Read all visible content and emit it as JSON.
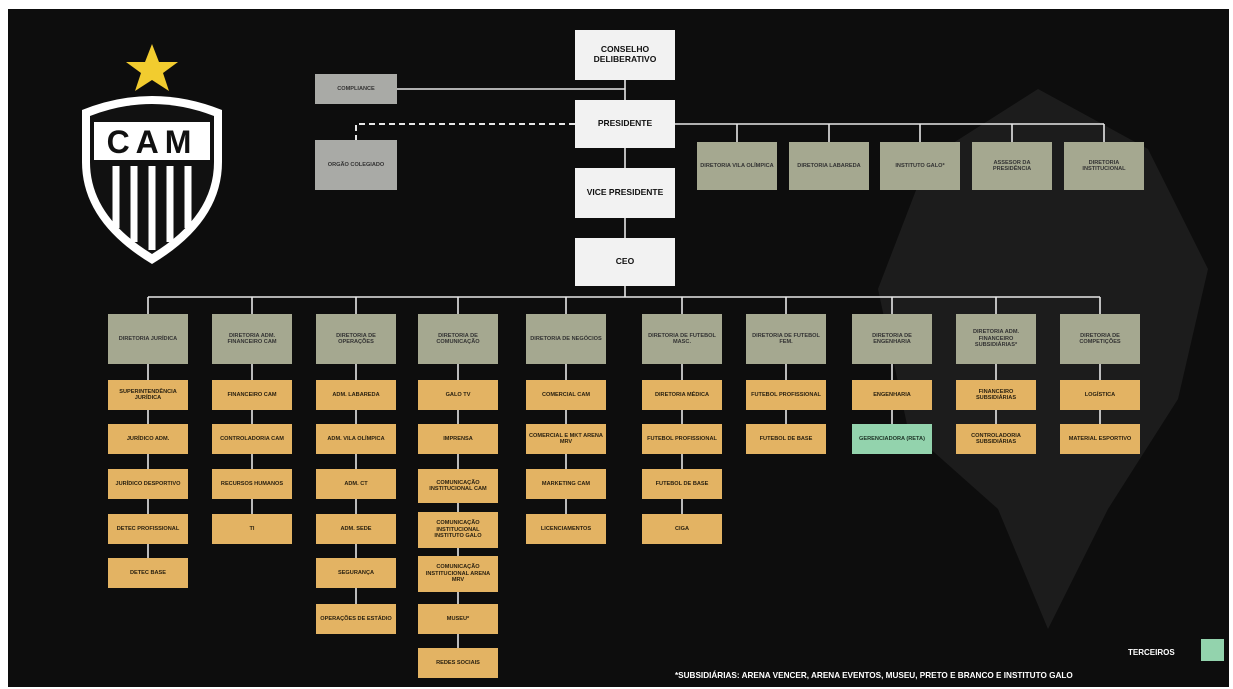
{
  "logo": {
    "text": "CAM",
    "star_color": "#f2cc2f"
  },
  "legend": {
    "label": "TERCEIROS",
    "color": "#93d3ad"
  },
  "footnote": "*SUBSIDIÁRIAS: ARENA VENCER, ARENA EVENTOS, MUSEU, PRETO E BRANCO E INSTITUTO GALO",
  "colors": {
    "background": "#0d0d0d",
    "executive": "#f2f2f2",
    "advisory": "#a9aaa6",
    "directorate": "#a5a890",
    "department": "#e3b363",
    "third_party": "#93d3ad",
    "connector": "#e6e6e6"
  },
  "executive": {
    "conselho": "CONSELHO DELIBERATIVO",
    "presidente": "PRESIDENTE",
    "vice": "VICE PRESIDENTE",
    "ceo": "CEO"
  },
  "advisory": {
    "compliance": "COMPLIANCE",
    "orgao": "ORGÃO COLEGIADO"
  },
  "president_units": [
    "DIRETORIA VILA OLÍMPICA",
    "DIRETORIA LABAREDA",
    "INSTITUTO GALO*",
    "ASSESOR DA PRESIDÊNCIA",
    "DIRETORIA INSTITUCIONAL"
  ],
  "directorates": [
    {
      "name": "DIRETORIA JURÍDICA",
      "units": [
        "SUPERINTENDÊNCIA JURÍDICA",
        "JURÍDICO ADM.",
        "JURÍDICO DESPORTIVO",
        "DETEC PROFISSIONAL",
        "DETEC BASE"
      ]
    },
    {
      "name": "DIRETORIA ADM. FINANCEIRO CAM",
      "units": [
        "FINANCEIRO CAM",
        "CONTROLADORIA CAM",
        "RECURSOS HUMANOS",
        "TI"
      ]
    },
    {
      "name": "DIRETORIA DE OPERAÇÕES",
      "units": [
        "ADM. LABAREDA",
        "ADM. VILA OLÍMPICA",
        "ADM. CT",
        "ADM. SEDE",
        "SEGURANÇA",
        "OPERAÇÕES DE ESTÁDIO"
      ]
    },
    {
      "name": "DIRETORIA DE COMUNICAÇÃO",
      "units": [
        "GALO TV",
        "IMPRENSA",
        "COMUNICAÇÃO INSTITUCIONAL CAM",
        "COMUNICAÇÃO INSTITUCIONAL INSTITUTO GALO",
        "COMUNICAÇÃO INSTITUCIONAL ARENA MRV",
        "MUSEU*",
        "REDES SOCIAIS"
      ]
    },
    {
      "name": "DIRETORIA DE NEGÓCIOS",
      "units": [
        "COMERCIAL CAM",
        "COMERCIAL E MKT ARENA MRV",
        "MARKETING CAM",
        "LICENCIAMENTOS"
      ]
    },
    {
      "name": "DIRETORIA DE FUTEBOL MASC.",
      "units": [
        "DIRETORIA MÉDICA",
        "FUTEBOL PROFISSIONAL",
        "FUTEBOL DE BASE",
        "CIGA"
      ]
    },
    {
      "name": "DIRETORIA DE FUTEBOL FEM.",
      "units": [
        "FUTEBOL PROFISSIONAL",
        "FUTEBOL DE BASE"
      ]
    },
    {
      "name": "DIRETORIA DE ENGENHARIA",
      "units": [
        "ENGENHARIA",
        "GERENCIADORA (RETA)"
      ]
    },
    {
      "name": "DIRETORIA ADM. FINANCEIRO SUBSIDIÁRIAS*",
      "units": [
        "FINANCEIRO SUBSIDIÁRIAS",
        "CONTROLADORIA SUBSIDIÁRIAS"
      ]
    },
    {
      "name": "DIRETORIA DE COMPETIÇÕES",
      "units": [
        "LOGÍSTICA",
        "MATERIAL ESPORTIVO"
      ]
    }
  ]
}
